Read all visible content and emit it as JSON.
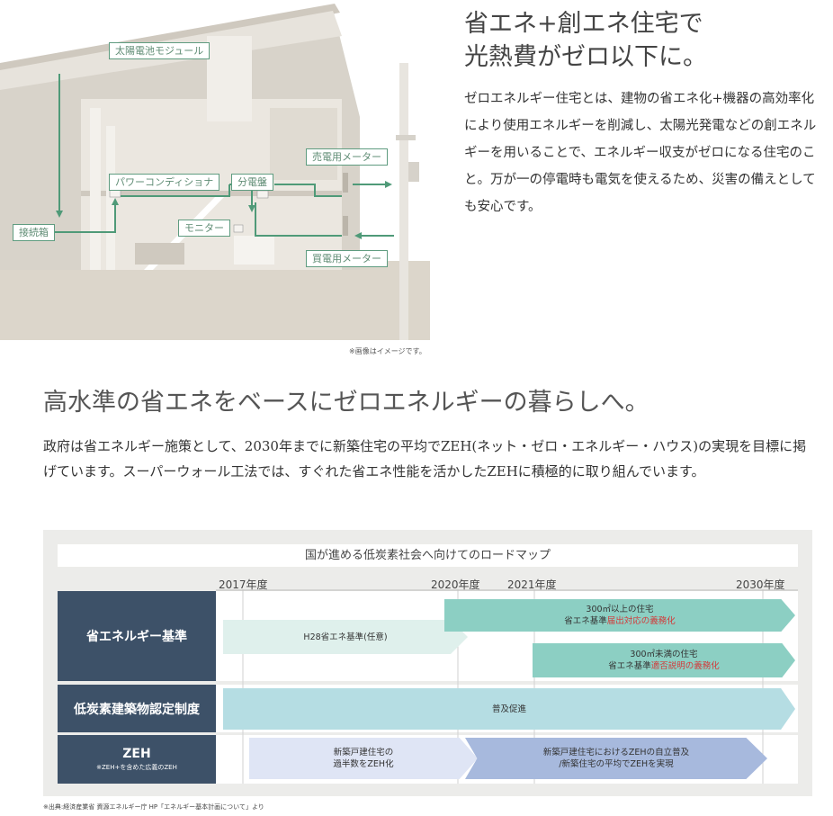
{
  "illustration": {
    "labels": {
      "solar": "太陽電池モジュール",
      "power_conditioner": "パワーコンディショナ",
      "distribution_board": "分電盤",
      "sell_meter": "売電用メーター",
      "junction_box": "接続箱",
      "monitor": "モニター",
      "buy_meter": "買電用メーター"
    },
    "caption": "※画像はイメージです。"
  },
  "hero": {
    "title_line1": "省エネ+創エネ住宅で",
    "title_line2": "光熱費がゼロ以下に。",
    "body": "ゼロエネルギー住宅とは、建物の省エネ化+機器の高効率化により使用エネルギーを削減し、太陽光発電などの創エネルギーを用いることで、エネルギー収支がゼロになる住宅のこと。万が一の停電時も電気を使えるため、災害の備えとしても安心です。"
  },
  "section": {
    "title": "高水準の省エネをベースにゼロエネルギーの暮らしへ。",
    "body": "政府は省エネルギー施策として、2030年までに新築住宅の平均でZEH(ネット・ゼロ・エネルギー・ハウス)の実現を目標に掲げています。スーパーウォール工法では、すぐれた省エネ性能を活かしたZEHに積極的に取り組んでいます。"
  },
  "roadmap": {
    "title": "国が進める低炭素社会へ向けてのロードマップ",
    "years": [
      "2017年度",
      "2020年度",
      "2021年度",
      "2030年度"
    ],
    "rows": [
      {
        "label": "省エネルギー基準"
      },
      {
        "label": "低炭素建築物認定制度"
      },
      {
        "label": "ZEH",
        "sublabel": "※ZEH+を含めた広義のZEH"
      }
    ],
    "arrows": {
      "large_title": "300㎡以上の住宅",
      "large_prefix": "省エネ基準",
      "large_highlight": "届出対応の義務化",
      "h28": "H28省エネ基準(任意)",
      "small_title": "300㎡未満の住宅",
      "small_prefix": "省エネ基準",
      "small_highlight": "適否説明の義務化",
      "lowcarbon": "普及促進",
      "zeh1_line1": "新築戸建住宅の",
      "zeh1_line2": "過半数をZEH化",
      "zeh2_line1": "新築戸建住宅におけるZEHの自立普及",
      "zeh2_line2": "/新築住宅の平均でZEHを実現"
    },
    "colors": {
      "header": "#3d5168",
      "teal": "#8ccfc3",
      "light_teal": "#dff0ec",
      "light_blue": "#b5dde3",
      "periwinkle": "#dfe5f5",
      "blue": "#a7b9dd",
      "highlight": "#d23a3a"
    }
  },
  "source": "※出典:経済産業省 資源エネルギー庁 HP「エネルギー基本計画について」より"
}
